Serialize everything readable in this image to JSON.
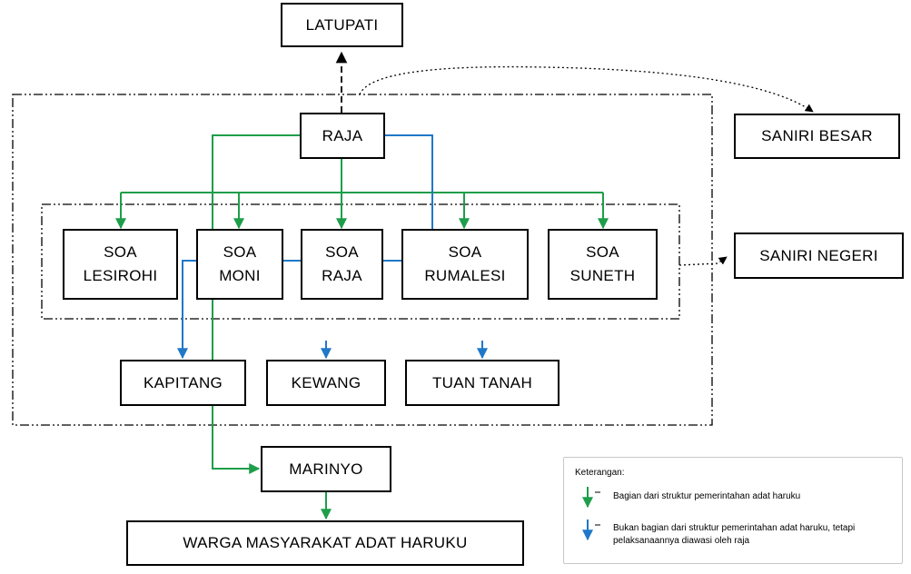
{
  "nodes": {
    "latupati": "LATUPATI",
    "raja": "RAJA",
    "saniri_besar": "SANIRI BESAR",
    "saniri_negeri": "SANIRI NEGERI",
    "soa_lesirohi": [
      "SOA",
      "LESIROHI"
    ],
    "soa_moni": [
      "SOA",
      "MONI"
    ],
    "soa_raja": [
      "SOA",
      "RAJA"
    ],
    "soa_rumalesi": [
      "SOA",
      "RUMALESI"
    ],
    "soa_suneth": [
      "SOA",
      "SUNETH"
    ],
    "kapitang": "KAPITANG",
    "kewang": "KEWANG",
    "tuan_tanah": "TUAN TANAH",
    "marinyo": "MARINYO",
    "warga": "WARGA MASYARAKAT ADAT HARUKU"
  },
  "legend": {
    "title": "Keterangan:",
    "items": [
      {
        "color": "#1e9e4a",
        "text": "Bagian dari struktur pemerintahan adat haruku"
      },
      {
        "color": "#1f78c8",
        "text": "Bukan bagian dari struktur pemerintahan adat haruku, tetapi pelaksanaannya diawasi oleh raja"
      }
    ]
  },
  "colors": {
    "green": "#1e9e4a",
    "blue": "#1f78c8",
    "black": "#000000"
  }
}
